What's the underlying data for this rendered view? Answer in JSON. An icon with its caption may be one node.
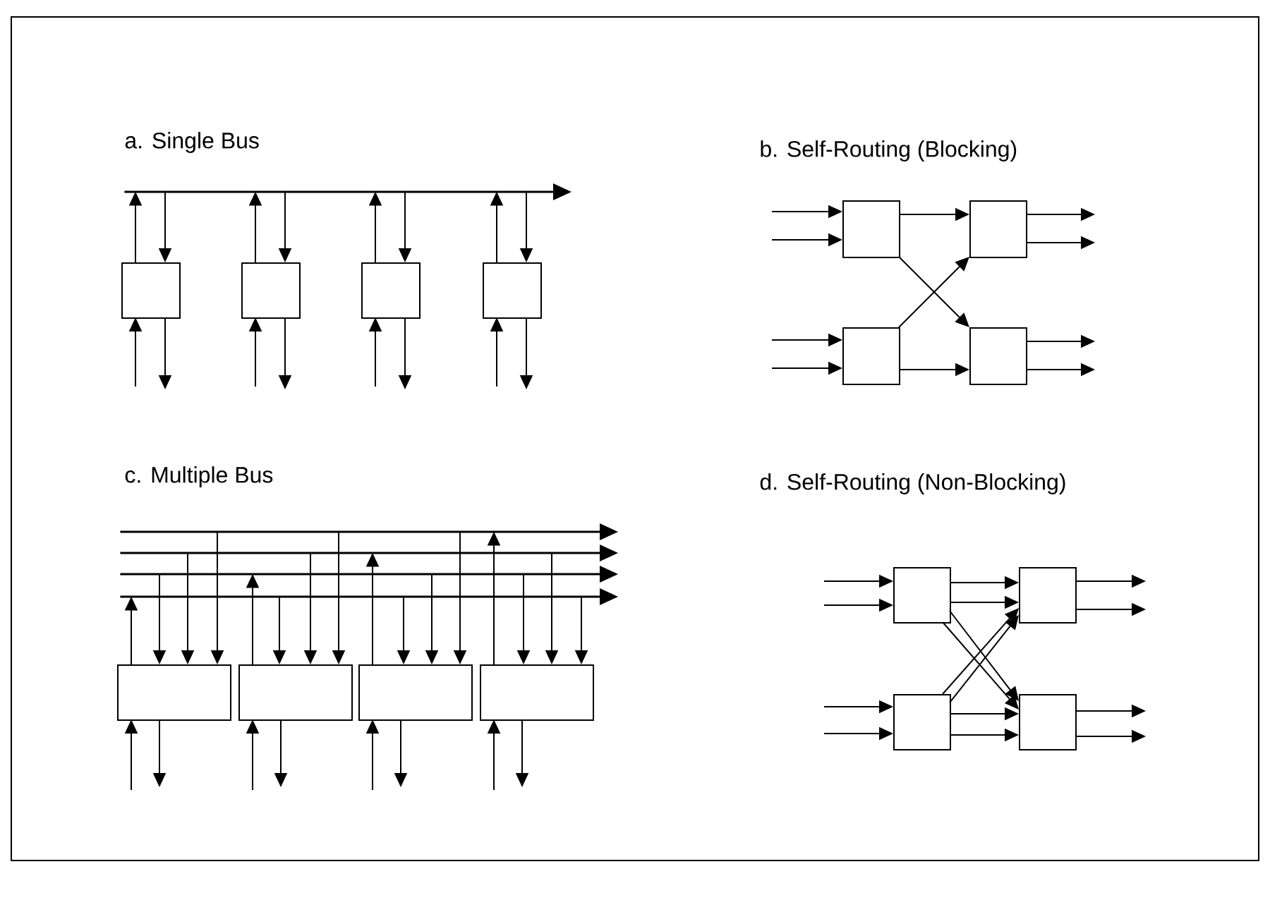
{
  "diagram": {
    "nodes": [
      {
        "text": [],
        "shape": "bar"
      },
      {
        "text": [],
        "shape": "box"
      },
      {
        "text": [],
        "shape": "box"
      },
      {
        "text": [],
        "shape": "box"
      },
      {
        "text": [],
        "shape": "box"
      },
      {
        "text": [],
        "shape": "box"
      },
      {
        "text": [],
        "shape": "box"
      },
      {
        "text": [],
        "shape": "box"
      },
      {
        "text": [],
        "shape": "box"
      },
      {
        "text": [],
        "shape": "bar"
      },
      {
        "text": [],
        "shape": "bar"
      },
      {
        "text": [],
        "shape": "bar"
      },
      {
        "text": [],
        "shape": "bar"
      },
      {
        "text": [],
        "shape": "box"
      },
      {
        "text": [],
        "shape": "box"
      },
      {
        "text": [],
        "shape": "box"
      },
      {
        "text": [],
        "shape": "box"
      },
      {
        "text": [],
        "shape": "box"
      },
      {
        "text": [],
        "shape": "box"
      },
      {
        "text": [],
        "shape": "box"
      },
      {
        "text": [],
        "shape": "box"
      }
    ],
    "edges": [
      {
        "from": 1,
        "to": 0,
        "arrow": "to"
      },
      {
        "from": 0,
        "to": 1,
        "arrow": "to"
      },
      {
        "from": null,
        "to": 1,
        "arrow": "to"
      },
      {
        "from": 1,
        "to": null,
        "arrow": "to"
      },
      {
        "from": 2,
        "to": 0,
        "arrow": "to"
      },
      {
        "from": 0,
        "to": 2,
        "arrow": "to"
      },
      {
        "from": null,
        "to": 2,
        "arrow": "to"
      },
      {
        "from": 2,
        "to": null,
        "arrow": "to"
      },
      {
        "from": 3,
        "to": 0,
        "arrow": "to"
      },
      {
        "from": 0,
        "to": 3,
        "arrow": "to"
      },
      {
        "from": null,
        "to": 3,
        "arrow": "to"
      },
      {
        "from": 3,
        "to": null,
        "arrow": "to"
      },
      {
        "from": 4,
        "to": 0,
        "arrow": "to"
      },
      {
        "from": 0,
        "to": 4,
        "arrow": "to"
      },
      {
        "from": null,
        "to": 4,
        "arrow": "to"
      },
      {
        "from": 4,
        "to": null,
        "arrow": "to"
      },
      {
        "from": null,
        "to": 5,
        "arrow": "to"
      },
      {
        "from": null,
        "to": 5,
        "arrow": "to"
      },
      {
        "from": null,
        "to": 7,
        "arrow": "to"
      },
      {
        "from": null,
        "to": 7,
        "arrow": "to"
      },
      {
        "from": 5,
        "to": 6,
        "arrow": "to"
      },
      {
        "from": 5,
        "to": 8,
        "arrow": "to"
      },
      {
        "from": 7,
        "to": 6,
        "arrow": "to"
      },
      {
        "from": 7,
        "to": 8,
        "arrow": "to"
      },
      {
        "from": 6,
        "to": null,
        "arrow": "to"
      },
      {
        "from": 6,
        "to": null,
        "arrow": "to"
      },
      {
        "from": 8,
        "to": null,
        "arrow": "to"
      },
      {
        "from": 8,
        "to": null,
        "arrow": "to"
      },
      {
        "from": 13,
        "to": 12,
        "arrow": "to"
      },
      {
        "from": 11,
        "to": 13,
        "arrow": "to"
      },
      {
        "from": 10,
        "to": 13,
        "arrow": "to"
      },
      {
        "from": 9,
        "to": 13,
        "arrow": "to"
      },
      {
        "from": null,
        "to": 13,
        "arrow": "to"
      },
      {
        "from": 13,
        "to": null,
        "arrow": "to"
      },
      {
        "from": 14,
        "to": 11,
        "arrow": "to"
      },
      {
        "from": 12,
        "to": 14,
        "arrow": "to"
      },
      {
        "from": 10,
        "to": 14,
        "arrow": "to"
      },
      {
        "from": 9,
        "to": 14,
        "arrow": "to"
      },
      {
        "from": null,
        "to": 14,
        "arrow": "to"
      },
      {
        "from": 14,
        "to": null,
        "arrow": "to"
      },
      {
        "from": 15,
        "to": 10,
        "arrow": "to"
      },
      {
        "from": 12,
        "to": 15,
        "arrow": "to"
      },
      {
        "from": 11,
        "to": 15,
        "arrow": "to"
      },
      {
        "from": 9,
        "to": 15,
        "arrow": "to"
      },
      {
        "from": null,
        "to": 15,
        "arrow": "to"
      },
      {
        "from": 15,
        "to": null,
        "arrow": "to"
      },
      {
        "from": 16,
        "to": 9,
        "arrow": "to"
      },
      {
        "from": 11,
        "to": 16,
        "arrow": "to"
      },
      {
        "from": 10,
        "to": 16,
        "arrow": "to"
      },
      {
        "from": 12,
        "to": 16,
        "arrow": "to"
      },
      {
        "from": null,
        "to": 16,
        "arrow": "to"
      },
      {
        "from": 16,
        "to": null,
        "arrow": "to"
      },
      {
        "from": null,
        "to": 17,
        "arrow": "to"
      },
      {
        "from": null,
        "to": 17,
        "arrow": "to"
      },
      {
        "from": null,
        "to": 19,
        "arrow": "to"
      },
      {
        "from": null,
        "to": 19,
        "arrow": "to"
      },
      {
        "from": 17,
        "to": 18,
        "arrow": "to"
      },
      {
        "from": 17,
        "to": 18,
        "arrow": "to"
      },
      {
        "from": 17,
        "to": 20,
        "arrow": "to"
      },
      {
        "from": 17,
        "to": 20,
        "arrow": "to"
      },
      {
        "from": 19,
        "to": 18,
        "arrow": "to"
      },
      {
        "from": 19,
        "to": 18,
        "arrow": "to"
      },
      {
        "from": 19,
        "to": 20,
        "arrow": "to"
      },
      {
        "from": 19,
        "to": 20,
        "arrow": "to"
      },
      {
        "from": 18,
        "to": null,
        "arrow": "to"
      },
      {
        "from": 18,
        "to": null,
        "arrow": "to"
      },
      {
        "from": 20,
        "to": null,
        "arrow": "to"
      },
      {
        "from": 20,
        "to": null,
        "arrow": "to"
      }
    ],
    "labels": [
      "a. Single Bus",
      "b. Self-Routing (Blocking)",
      "c. Multiple Bus",
      "d. Self-Routing (Non-Blocking)"
    ]
  }
}
